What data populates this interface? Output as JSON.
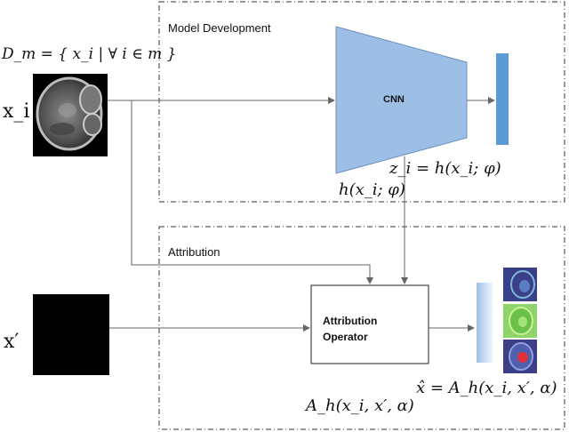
{
  "sections": {
    "model_development": "Model Development",
    "attribution": "Attribution"
  },
  "dataset_label": "D_m = { x_i | ∀ i ∈ m }",
  "input_label": "x_i",
  "baseline_label": "x′",
  "cnn_label": "CNN",
  "embedding_label": "z_i = h(x_i; φ)",
  "model_fn_label": "h(x_i; φ)",
  "operator_label_line1": "Attribution",
  "operator_label_line2": "Operator",
  "attribution_fn_label": "A_h(x_i, x′, α)",
  "output_label": "x̂ = A_h(x_i, x′, α)",
  "colors": {
    "cnn_fill": "#9dbfe6",
    "embedding_fill": "#5b9bd5",
    "arrow": "#666666",
    "border": "#333333"
  }
}
